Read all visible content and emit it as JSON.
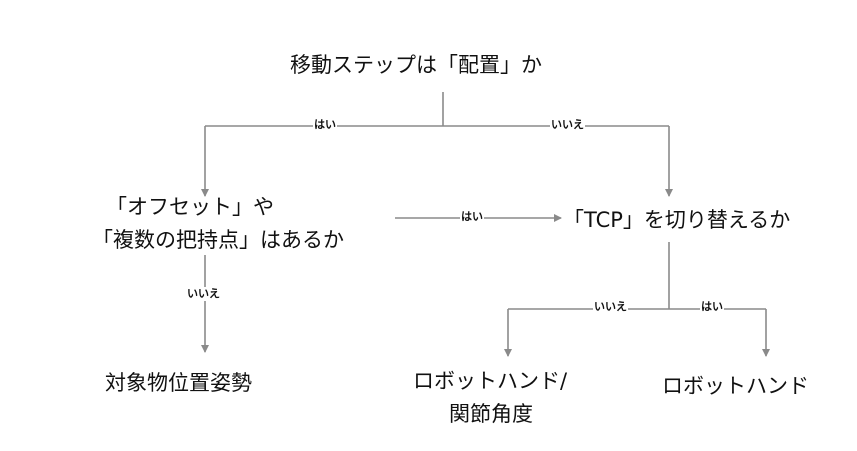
{
  "nodes": {
    "root": {
      "text": "移動ステップは「配置」か"
    },
    "offset": {
      "line1": "「オフセット」や",
      "line2": "「複数の把持点」はあるか"
    },
    "tcp": {
      "text": "「TCP」を切り替えるか"
    },
    "object_pose": {
      "text": "対象物位置姿勢"
    },
    "hand_joint": {
      "line1": "ロボットハンド/",
      "line2": "関節角度"
    },
    "hand": {
      "text": "ロボットハンド"
    }
  },
  "edge_labels": {
    "root_yes": "はい",
    "root_no": "いいえ",
    "offset_yes": "はい",
    "offset_no": "いいえ",
    "tcp_no": "いいえ",
    "tcp_yes": "はい"
  },
  "colors": {
    "connector": "#8a8a8a",
    "text": "#111111"
  }
}
